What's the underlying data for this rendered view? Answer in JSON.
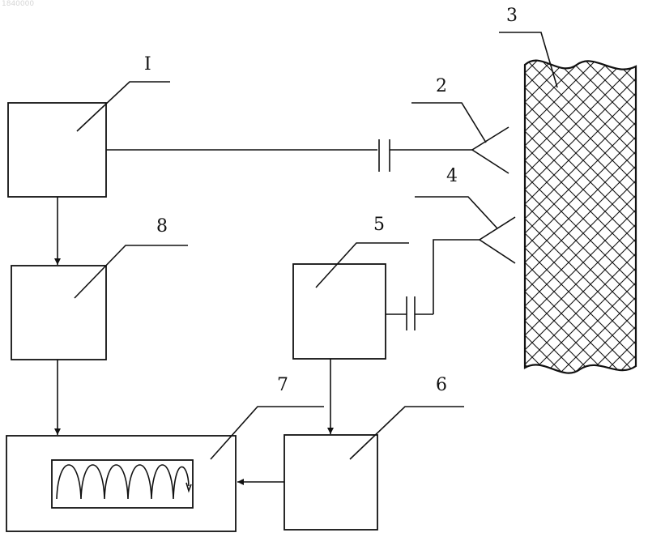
{
  "watermark": "1840000",
  "labels": {
    "block1": "I",
    "antenna_tx": "2",
    "medium": "3",
    "antenna_rx": "4",
    "block5": "5",
    "block6": "6",
    "block7": "7",
    "block8": "8"
  }
}
